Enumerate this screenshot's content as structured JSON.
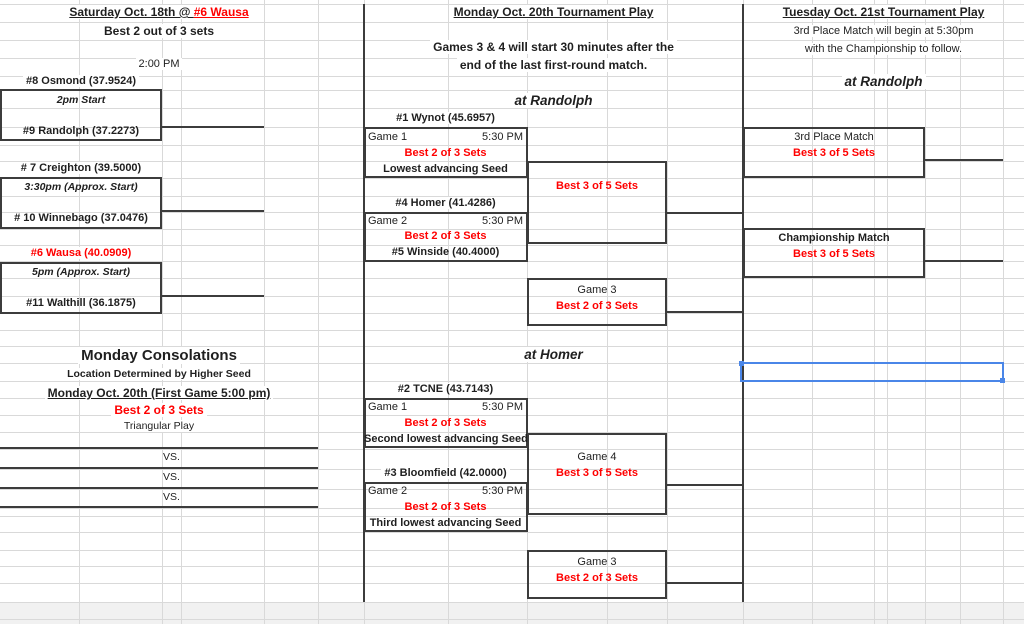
{
  "saturday": {
    "title_black": "Saturday Oct. 18th @ ",
    "title_red": "#6 Wausa",
    "subtitle": "Best 2 out of 3 sets",
    "start_time": "2:00 PM",
    "matches": [
      {
        "top": "#8 Osmond (37.9524)",
        "note": "2pm Start",
        "bottom": "#9 Randolph (37.2273)"
      },
      {
        "top": "# 7 Creighton (39.5000)",
        "note": "3:30pm (Approx. Start)",
        "bottom": "# 10 Winnebago (37.0476)"
      },
      {
        "top": "#6 Wausa (40.0909)",
        "note": "5pm (Approx. Start)",
        "bottom": "#11 Walthill (36.1875)"
      }
    ]
  },
  "consolations": {
    "title": "Monday Consolations",
    "location_note": "Location Determined by Higher Seed",
    "date_note": "Monday Oct. 20th (First Game 5:00 pm)",
    "format": "Best 2 of 3 Sets",
    "play_type": "Triangular Play",
    "vs_label": "VS."
  },
  "monday": {
    "title": "Monday Oct. 20th Tournament Play",
    "note_line1": "Games 3 & 4 will start 30 minutes after the",
    "note_line2": "end of the last first-round match.",
    "randolph": {
      "venue": "at Randolph",
      "game1": {
        "seed": "#1 Wynot (45.6957)",
        "label": "Game 1",
        "time": "5:30 PM",
        "format": "Best 2 of 3 Sets",
        "opponent": "Lowest advancing Seed"
      },
      "semifinal_format": "Best 3 of 5 Sets",
      "game2": {
        "seed": "#4 Homer (41.4286)",
        "label": "Game 2",
        "time": "5:30 PM",
        "format": "Best 2 of 3 Sets",
        "opponent": "#5 Winside (40.4000)"
      },
      "game3": {
        "label": "Game 3",
        "format": "Best 2 of 3 Sets"
      }
    },
    "homer": {
      "venue": "at Homer",
      "game1": {
        "seed": "#2 TCNE (43.7143)",
        "label": "Game 1",
        "time": "5:30 PM",
        "format": "Best 2 of 3 Sets",
        "opponent": "Second lowest advancing Seed"
      },
      "game4": {
        "label": "Game 4",
        "format": "Best 3 of 5 Sets"
      },
      "game2": {
        "seed": "#3 Bloomfield (42.0000)",
        "label": "Game 2",
        "time": "5:30 PM",
        "format": "Best 2 of 3 Sets",
        "opponent": "Third lowest advancing Seed"
      },
      "game3": {
        "label": "Game 3",
        "format": "Best 2 of 3 Sets"
      }
    }
  },
  "tuesday": {
    "title": "Tuesday Oct. 21st Tournament Play",
    "note_line1": "3rd Place Match will begin at 5:30pm",
    "note_line2": "with the Championship to follow.",
    "venue": "at Randolph",
    "third_place": {
      "label": "3rd Place Match",
      "format": "Best 3 of 5 Sets"
    },
    "championship": {
      "label": "Championship Match",
      "format": "Best 3 of 5 Sets"
    }
  },
  "colors": {
    "accent_red": "#FF0000",
    "selection_blue": "#4A86E8",
    "grid_line": "#D9D9D9",
    "border_dark": "#3C3C3C"
  }
}
